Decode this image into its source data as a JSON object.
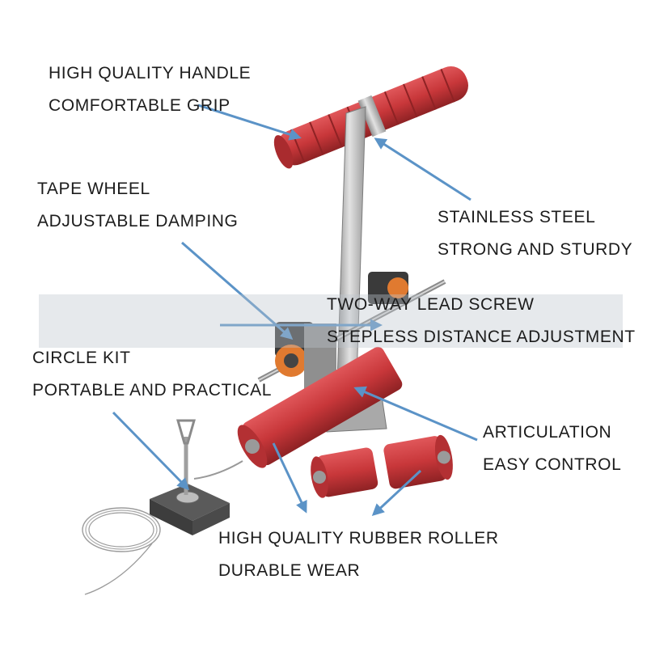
{
  "labels": {
    "handle": {
      "line1": "HIGH QUALITY HANDLE",
      "line2": "COMFORTABLE GRIP"
    },
    "tape_wheel": {
      "line1": "TAPE WHEEL",
      "line2": "ADJUSTABLE DAMPING"
    },
    "stainless": {
      "line1": "STAINLESS STEEL",
      "line2": "STRONG AND STURDY"
    },
    "lead_screw": {
      "line1": "TWO-WAY LEAD SCREW",
      "line2": "STEPLESS DISTANCE ADJUSTMENT"
    },
    "circle_kit": {
      "line1": "CIRCLE KIT",
      "line2": "PORTABLE AND PRACTICAL"
    },
    "articulation": {
      "line1": "ARTICULATION",
      "line2": "EASY CONTROL"
    },
    "roller": {
      "line1": "HIGH QUALITY RUBBER ROLLER",
      "line2": "DURABLE WEAR"
    }
  },
  "colors": {
    "rubber_red": "#c8373a",
    "steel": "#bcbcbc",
    "arrow_blue": "#5b93c7",
    "band": "#c2c8d0"
  },
  "icons": [
    "product-tool-illustration",
    "callout-arrow"
  ]
}
